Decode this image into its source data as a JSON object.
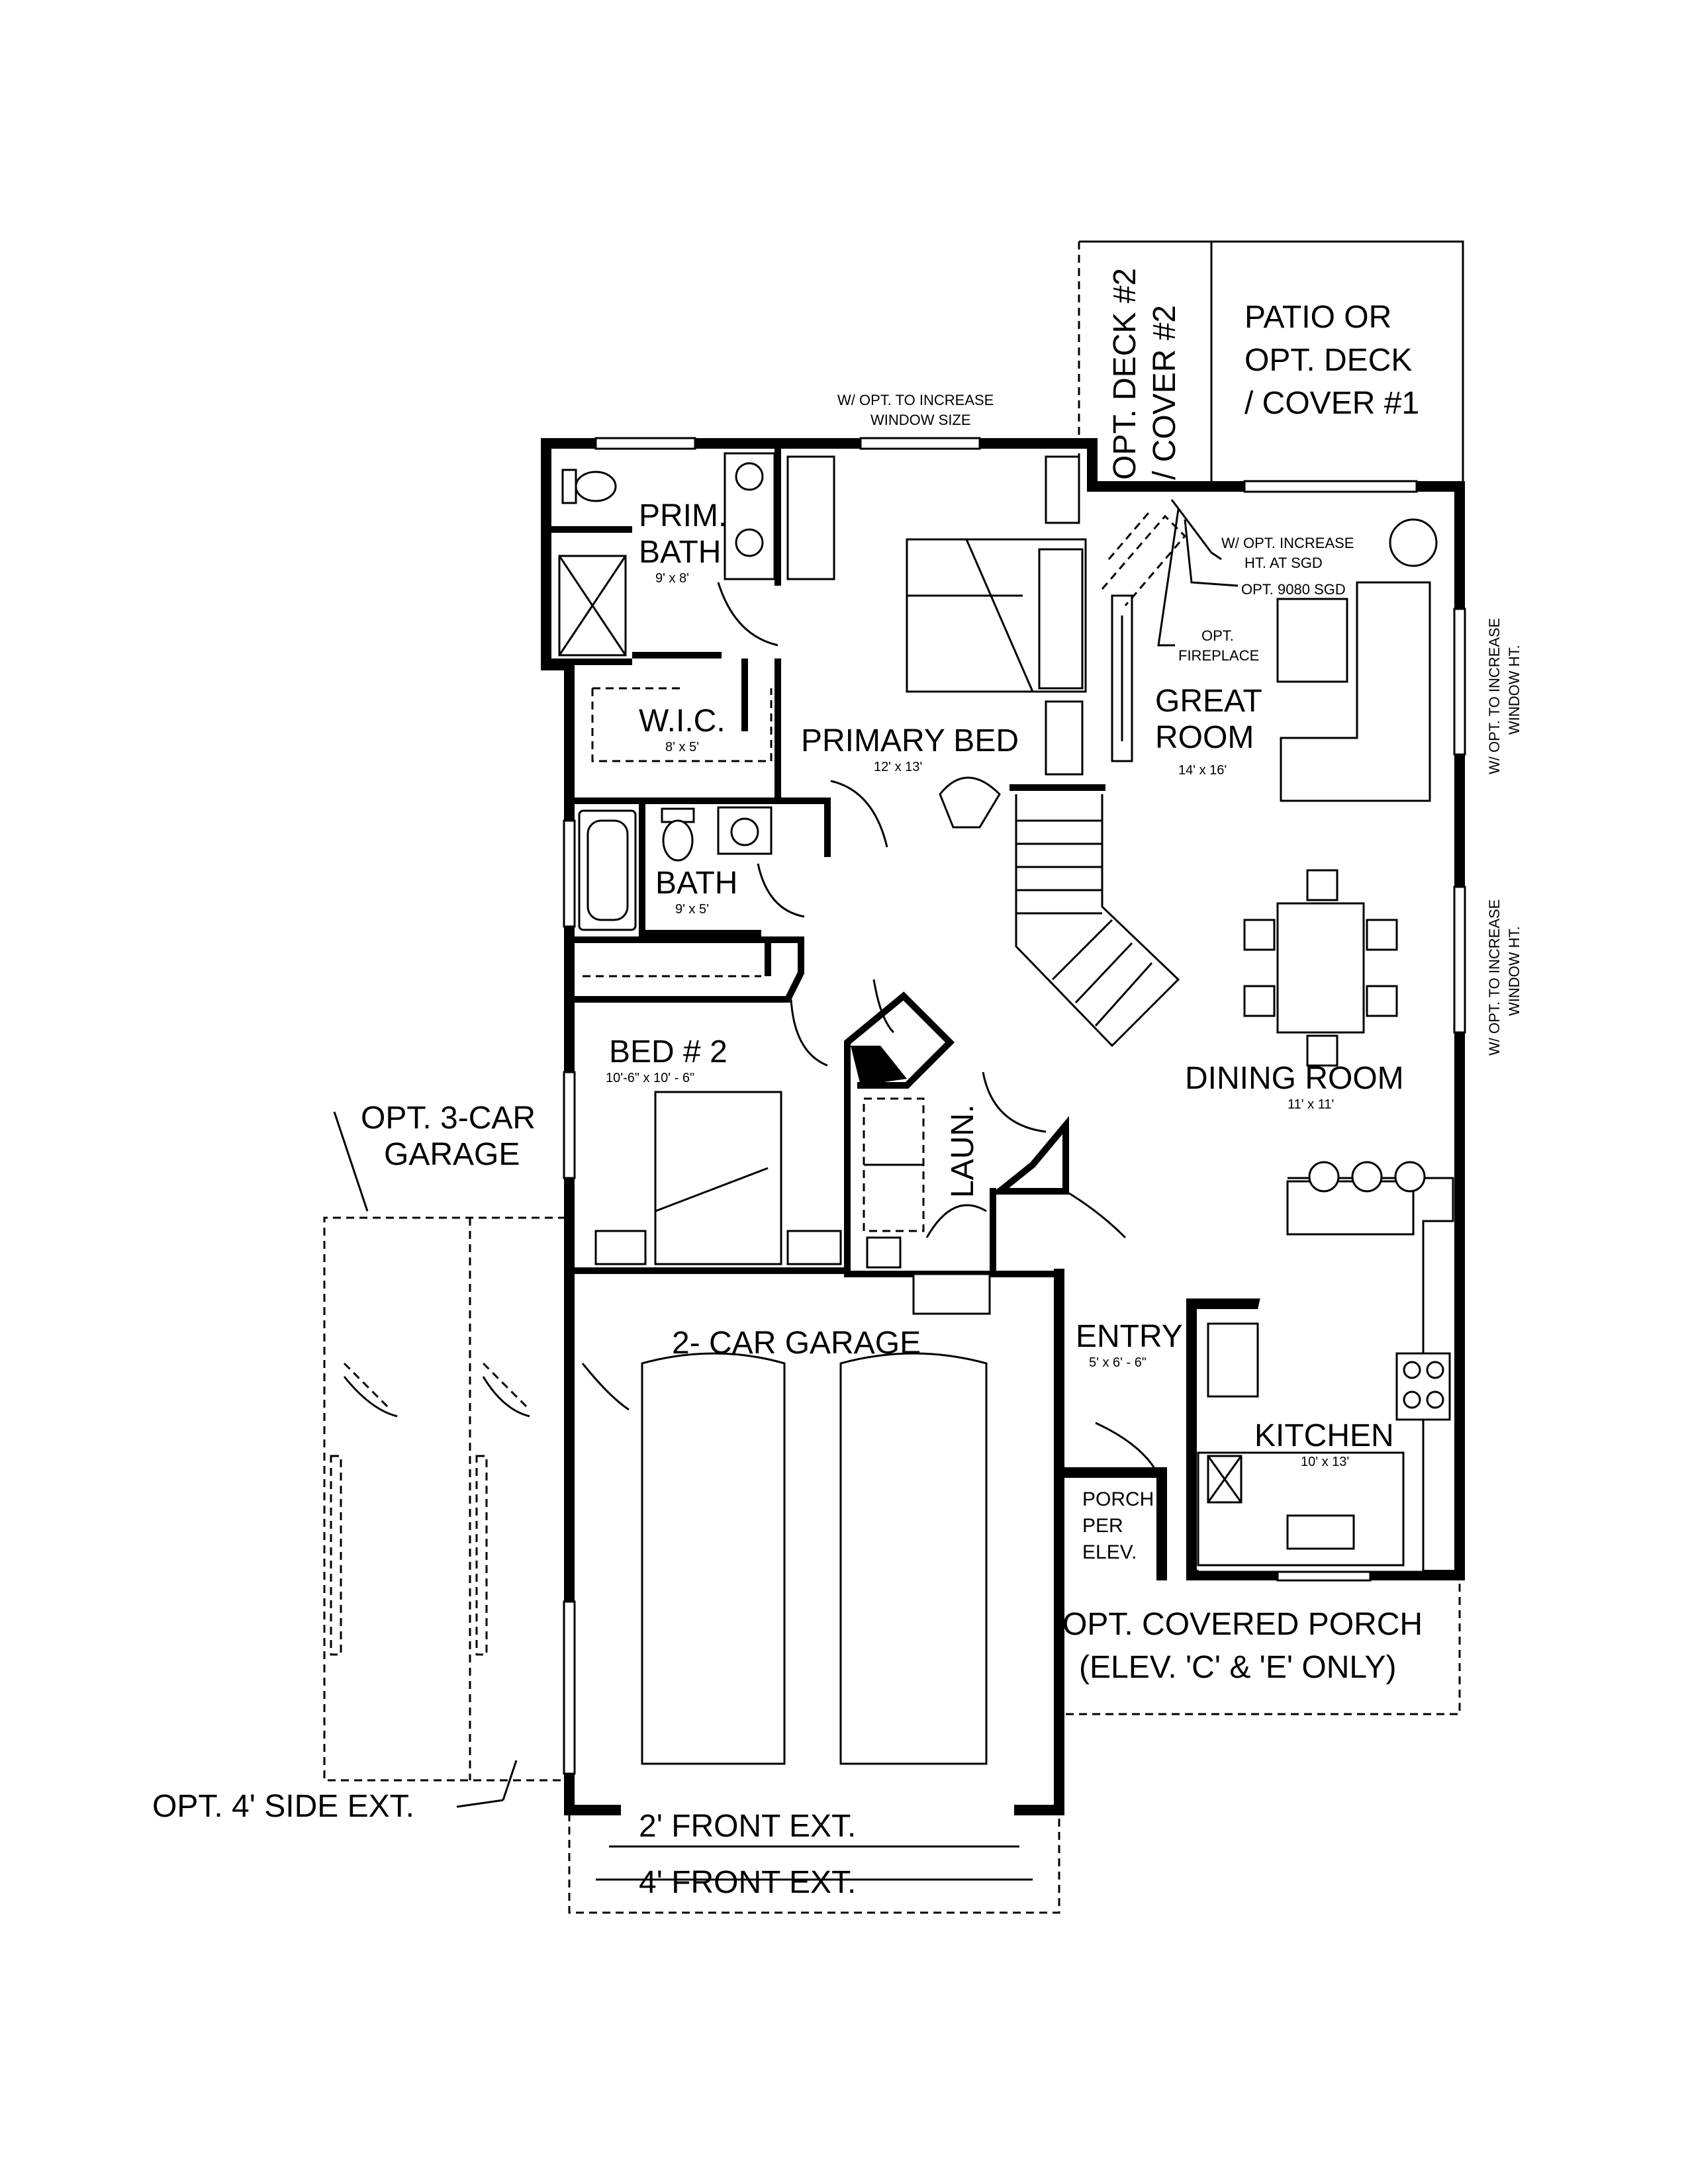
{
  "rooms": {
    "prim_bath": {
      "name_line1": "PRIM.",
      "name_line2": "BATH",
      "size": "9' x 8'"
    },
    "wic": {
      "name": "W.I.C.",
      "size": "8' x 5'"
    },
    "primary_bed": {
      "name": "PRIMARY BED",
      "size": "12' x 13'"
    },
    "bath": {
      "name": "BATH",
      "size": "9' x 5'"
    },
    "bed2": {
      "name": "BED # 2",
      "size": "10'-6\" x 10' - 6\""
    },
    "laundry": {
      "name": "LAUN."
    },
    "great_room": {
      "name_line1": "GREAT",
      "name_line2": "ROOM",
      "size": "14' x 16'"
    },
    "dining_room": {
      "name": "DINING ROOM",
      "size": "11' x 11'"
    },
    "entry": {
      "name": "ENTRY",
      "size": "5' x 6' - 6\""
    },
    "kitchen": {
      "name": "KITCHEN",
      "size": "10' x 13'"
    },
    "garage": {
      "name": "2- CAR GARAGE"
    },
    "porch": {
      "line1": "PORCH",
      "line2": "PER",
      "line3": "ELEV."
    }
  },
  "options": {
    "deck2": {
      "line1": "OPT. DECK #2",
      "line2": "/ COVER #2"
    },
    "patio": {
      "line1": "PATIO OR",
      "line2": "OPT. DECK",
      "line3": "/ COVER #1"
    },
    "window_size": {
      "line1": "W/ OPT. TO INCREASE",
      "line2": "WINDOW SIZE"
    },
    "sgd_height": {
      "line1": "W/ OPT. INCREASE",
      "line2": "HT. AT SGD"
    },
    "sgd": "OPT. 9080 SGD",
    "fireplace": {
      "line1": "OPT.",
      "line2": "FIREPLACE"
    },
    "window_ht_1": {
      "line1": "W/ OPT. TO INCREASE",
      "line2": "WINDOW HT."
    },
    "window_ht_2": {
      "line1": "W/ OPT. TO INCREASE",
      "line2": "WINDOW HT."
    },
    "garage3": {
      "line1": "OPT. 3-CAR",
      "line2": "GARAGE"
    },
    "side_ext": "OPT. 4' SIDE EXT.",
    "front_ext_2": "2' FRONT EXT.",
    "front_ext_4": "4' FRONT EXT.",
    "covered_porch": {
      "line1": "OPT. COVERED PORCH",
      "line2": "(ELEV. 'C' & 'E' ONLY)"
    }
  },
  "icons": [
    "toilet-icon",
    "sink-icon",
    "shower-icon",
    "bathtub-icon",
    "stair-icon",
    "fireplace-icon",
    "range-icon",
    "washer-dryer-icon",
    "door-swing-icon"
  ]
}
